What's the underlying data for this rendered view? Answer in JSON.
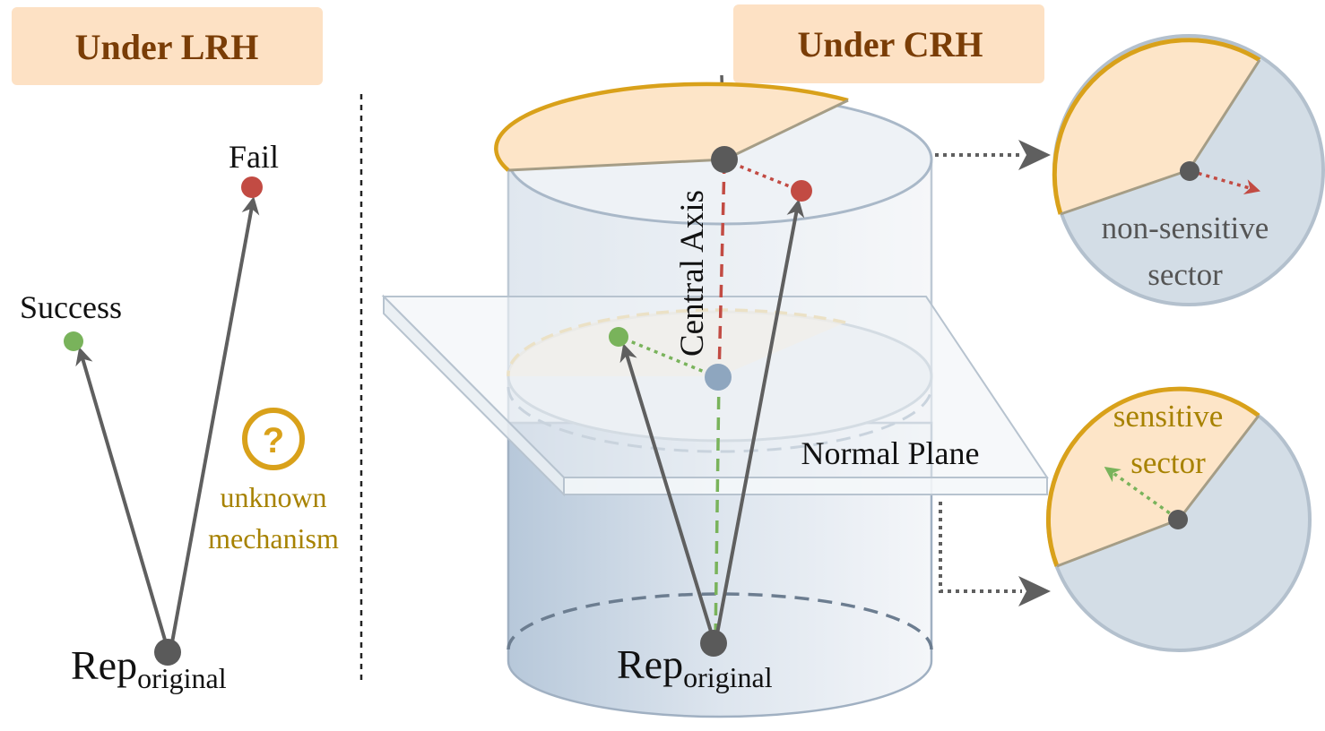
{
  "left_panel": {
    "title": "Under LRH",
    "fail_label": "Fail",
    "success_label": "Success",
    "question_mark": "?",
    "unknown_line1": "unknown",
    "unknown_line2": "mechanism",
    "rep_main": "Rep",
    "rep_sub": "original"
  },
  "right_panel": {
    "title": "Under CRH",
    "axis_label": "Central Axis",
    "plane_label": "Normal Plane",
    "rep_main": "Rep",
    "rep_sub": "original"
  },
  "insets": {
    "top_line1": "non-sensitive",
    "top_line2": "sector",
    "bottom_line1": "sensitive",
    "bottom_line2": "sector"
  },
  "colors": {
    "title_box": "#fde1c4",
    "sector_fill": "#fde5c8",
    "sector_border": "#d9a11a",
    "circle_fill": "#d3dde6",
    "arrow": "#5f5f5f",
    "fail_point": "#c24b43",
    "success_point": "#79b35b",
    "center_point": "#8ea6bf"
  }
}
